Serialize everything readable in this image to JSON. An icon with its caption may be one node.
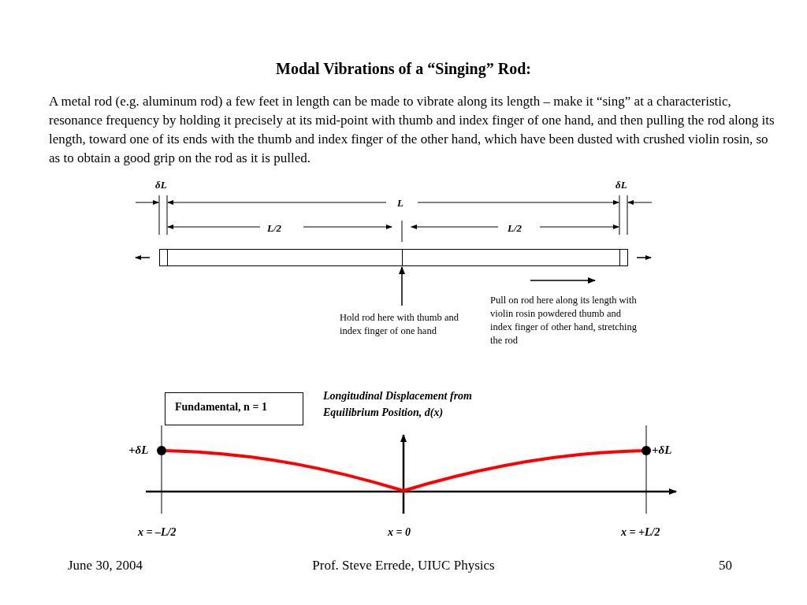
{
  "diagram": {
    "title": "Modal Vibrations of a “Singing” Rod:",
    "nodes": [
      {
        "text": [],
        "shape": "bar"
      },
      {
        "text": [
          "Hold rod here with thumb and index finger of one hand"
        ]
      },
      {
        "text": [
          "Fundamental, n = 1"
        ]
      }
    ],
    "edges": [
      {
        "from": 1,
        "to": 0,
        "arrow": "to"
      }
    ],
    "labels": [
      "A metal rod (e.g. aluminum rod) a few feet in length can be made to vibrate along its length – make it “sing” at a characteristic, resonance frequency by holding it precisely at its mid-point with thumb and index finger of one hand, and then pulling the rod along its length, toward one of its ends with the thumb and index finger of the other hand, which have been dusted with crushed violin rosin, so as to obtain a good grip on the rod as it is pulled.",
      "δL",
      "δL",
      "L",
      "L/2",
      "L/2",
      "Pull on rod here along its length with violin rosin powdered thumb and index finger of other hand, stretching the rod",
      "Longitudinal Displacement from Equilibrium Position, d(x)",
      "+δL",
      "+δL",
      "x = –L/2",
      "x = 0",
      "x = +L/2",
      "June 30, 2004",
      "Prof. Steve Errede, UIUC Physics",
      "50"
    ]
  }
}
